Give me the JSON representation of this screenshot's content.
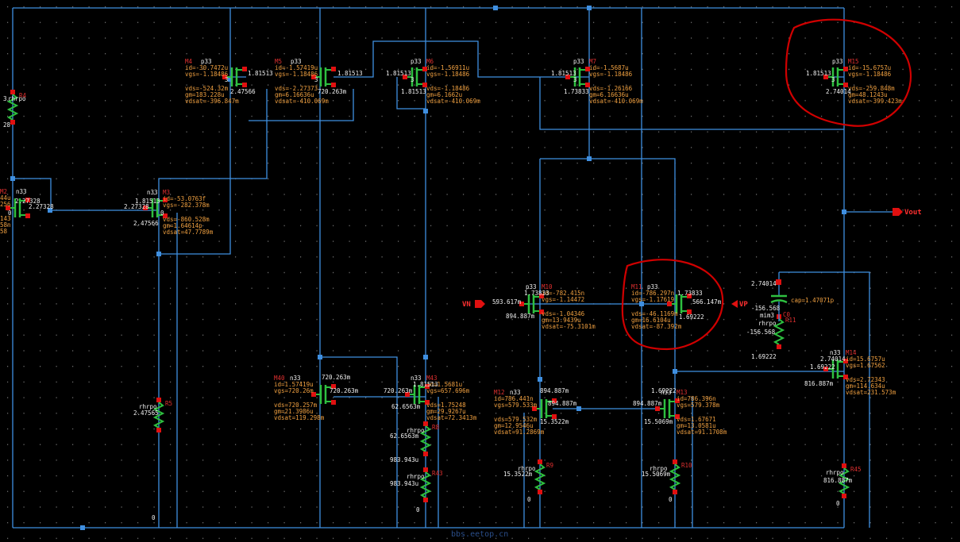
{
  "schematic": {
    "colors": {
      "background": "#000000",
      "wire": "#3f8fe0",
      "transistor": "#2ec040",
      "resistor": "#2ec040",
      "pin": "#e01010",
      "annotation": "#d00000",
      "text": "#f0a040",
      "instance": "#e03030",
      "net": "#f0f0f0"
    },
    "ports": [
      {
        "id": "vout",
        "label": "Vout"
      },
      {
        "id": "vn",
        "label": "VN"
      },
      {
        "id": "vp",
        "label": "VP"
      }
    ],
    "devices": [
      {
        "id": "M4",
        "name": "M4",
        "model": "p33",
        "pin": "3",
        "params": [
          "id=-30.7472u",
          "vgs=-1.18486",
          "vds=-524.32m",
          "gm=183.228u",
          "vdsat=-396.847m"
        ],
        "nets": [
          "1.81513",
          "2.47566"
        ]
      },
      {
        "id": "M5",
        "name": "M5",
        "model": "p33",
        "pin": "3",
        "params": [
          "id=-1.57419u",
          "vgs=-1.18486",
          "vds=-2.27373",
          "gm=6.16636u",
          "vdsat=-410.069m"
        ],
        "nets": [
          "1.81513",
          "720.263m"
        ]
      },
      {
        "id": "M6",
        "name": "M6",
        "model": "p33",
        "pin": "3",
        "params": [
          "id=-1.56911u",
          "vgs=-1.18486",
          "vds=-1.18486",
          "gm=6.1662u",
          "vdsat=-410.069m"
        ],
        "nets": [
          "1.81513",
          "1.81513"
        ]
      },
      {
        "id": "M7",
        "name": "M7",
        "model": "p33",
        "pin": "3",
        "params": [
          "id=-1.5687u",
          "vgs=-1.18486",
          "vds=-1.26166",
          "gm=6.16636u",
          "vdsat=-410.069m"
        ],
        "nets": [
          "1.81513",
          "1.73833"
        ]
      },
      {
        "id": "M15",
        "name": "M15",
        "model": "p33",
        "pin": "3",
        "params": [
          "id=-15.6757u",
          "vgs=-1.18486",
          "vds=-259.848m",
          "gm=48.1243u",
          "vdsat=-399.423m"
        ],
        "nets": [
          "1.81513",
          "2.74014"
        ]
      },
      {
        "id": "M2",
        "name": "M2",
        "model": "n33",
        "pin": "0",
        "params": [
          "44u",
          "256",
          "143",
          "58n",
          "58"
        ],
        "nets": [
          "2.27328",
          "2.27328"
        ]
      },
      {
        "id": "M3",
        "name": "M3",
        "model": "n33",
        "pin": "0",
        "params": [
          "id=-53.0763f",
          "vgs=-282.378m",
          "vds=-860.528m",
          "gm=1.64614p",
          "vdsat=47.7789m"
        ],
        "nets": [
          "1.81513",
          "2.27328",
          "2.47566"
        ]
      },
      {
        "id": "M10",
        "name": "M10",
        "model": "p33",
        "pin": "",
        "params": [
          "id=-782.415n",
          "vgs=-1.14472",
          "vds=-1.04346",
          "gm=13.9439u",
          "vdsat=-75.3101m"
        ],
        "nets": [
          "1.73833",
          "593.617m",
          "894.887m"
        ]
      },
      {
        "id": "M11",
        "name": "M11",
        "model": "p33",
        "pin": "",
        "params": [
          "id=-786.297n",
          "vgs=-1.17619",
          "vds=-46.1169m",
          "gm=16.6104u",
          "vdsat=-87.392m"
        ],
        "nets": [
          "1.73833",
          "566.147m",
          "1.69222"
        ]
      },
      {
        "id": "M40",
        "name": "M40",
        "model": "n33",
        "pin": "",
        "params": [
          "id=1.57419u",
          "vgs=720.26m",
          "vds=720.257m",
          "gm=21.3986u",
          "vdsat=119.298m"
        ],
        "nets": [
          "720.263m",
          "720.263m"
        ]
      },
      {
        "id": "M43",
        "name": "M43",
        "model": "n33",
        "pin": "",
        "params": [
          "id=1.5681u",
          "vgs=657.696m",
          "vds=1.75248",
          "gm=29.9267u",
          "vdsat=72.3413m"
        ],
        "nets": [
          "1.81513",
          "720.263m",
          "62.6563m"
        ]
      },
      {
        "id": "M12",
        "name": "M12",
        "model": "n33",
        "pin": "",
        "params": [
          "id=786.441n",
          "vgs=579.533m",
          "vds=579.532m",
          "gm=12.9546u",
          "vdsat=91.2869m"
        ],
        "nets": [
          "894.887m",
          "894.887m",
          "15.3522m"
        ]
      },
      {
        "id": "M13",
        "name": "M13",
        "model": "n33",
        "pin": "",
        "params": [
          "id=786.396n",
          "vgs=579.378m",
          "vds=1.67671",
          "gm=13.0581u",
          "vdsat=91.1708m"
        ],
        "nets": [
          "1.69222",
          "894.887m",
          "15.5069m"
        ]
      },
      {
        "id": "M14",
        "name": "M14",
        "model": "n33",
        "pin": "",
        "params": [
          "id=15.6757u",
          "vgs=1.67562",
          "vds=2.72343",
          "gm=114.634u",
          "vdsat=231.573m"
        ],
        "nets": [
          "2.74014",
          "1.69222",
          "816.887m"
        ]
      }
    ],
    "resistors": [
      {
        "id": "R4",
        "name": "R4",
        "model": "rhrpo",
        "values": [
          "3",
          "28"
        ]
      },
      {
        "id": "R5",
        "name": "R5",
        "model": "rhrpo",
        "values": [
          "2.47565",
          "0"
        ]
      },
      {
        "id": "R8",
        "name": "R8",
        "model": "rhrpo",
        "values": [
          "62.6563m",
          "983.943u"
        ]
      },
      {
        "id": "R43",
        "name": "R43",
        "model": "rhrpo",
        "values": [
          "983.943u",
          "0"
        ]
      },
      {
        "id": "R9",
        "name": "R9",
        "model": "rhrpo",
        "values": [
          "15.3522m",
          "0"
        ]
      },
      {
        "id": "R10",
        "name": "R10",
        "model": "rhrpo",
        "values": [
          "15.5069m",
          "0"
        ]
      },
      {
        "id": "R11",
        "name": "R11",
        "model": "rhrpo",
        "values": [
          "-156.568",
          "1.69222"
        ]
      },
      {
        "id": "R45",
        "name": "R45",
        "model": "rhrpo",
        "values": [
          "816.887m",
          "0"
        ]
      }
    ],
    "capacitor": {
      "name": "C0",
      "model": "mim3",
      "values": [
        "2.74014",
        "-156.568",
        "cap=1.47071p"
      ]
    },
    "watermark": "bbs.eetop.cn"
  }
}
